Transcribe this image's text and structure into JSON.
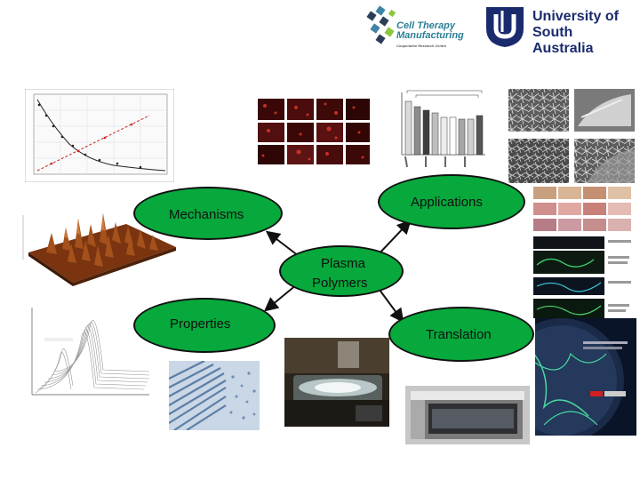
{
  "logos": {
    "ctm": {
      "line1": "Cell Therapy",
      "line2": "Manufacturing",
      "line3": "Cooperative Research Centre"
    },
    "unisa": {
      "line1": "University of",
      "line2": "South Australia"
    }
  },
  "nodes": {
    "mechanisms": "Mechanisms",
    "applications": "Applications",
    "plasma_line1": "Plasma",
    "plasma_line2": "Polymers",
    "properties": "Properties",
    "translation": "Translation"
  },
  "colors": {
    "node_fill": "#07a83c",
    "node_border": "#111111",
    "unisa_blue": "#1a2b6d"
  }
}
